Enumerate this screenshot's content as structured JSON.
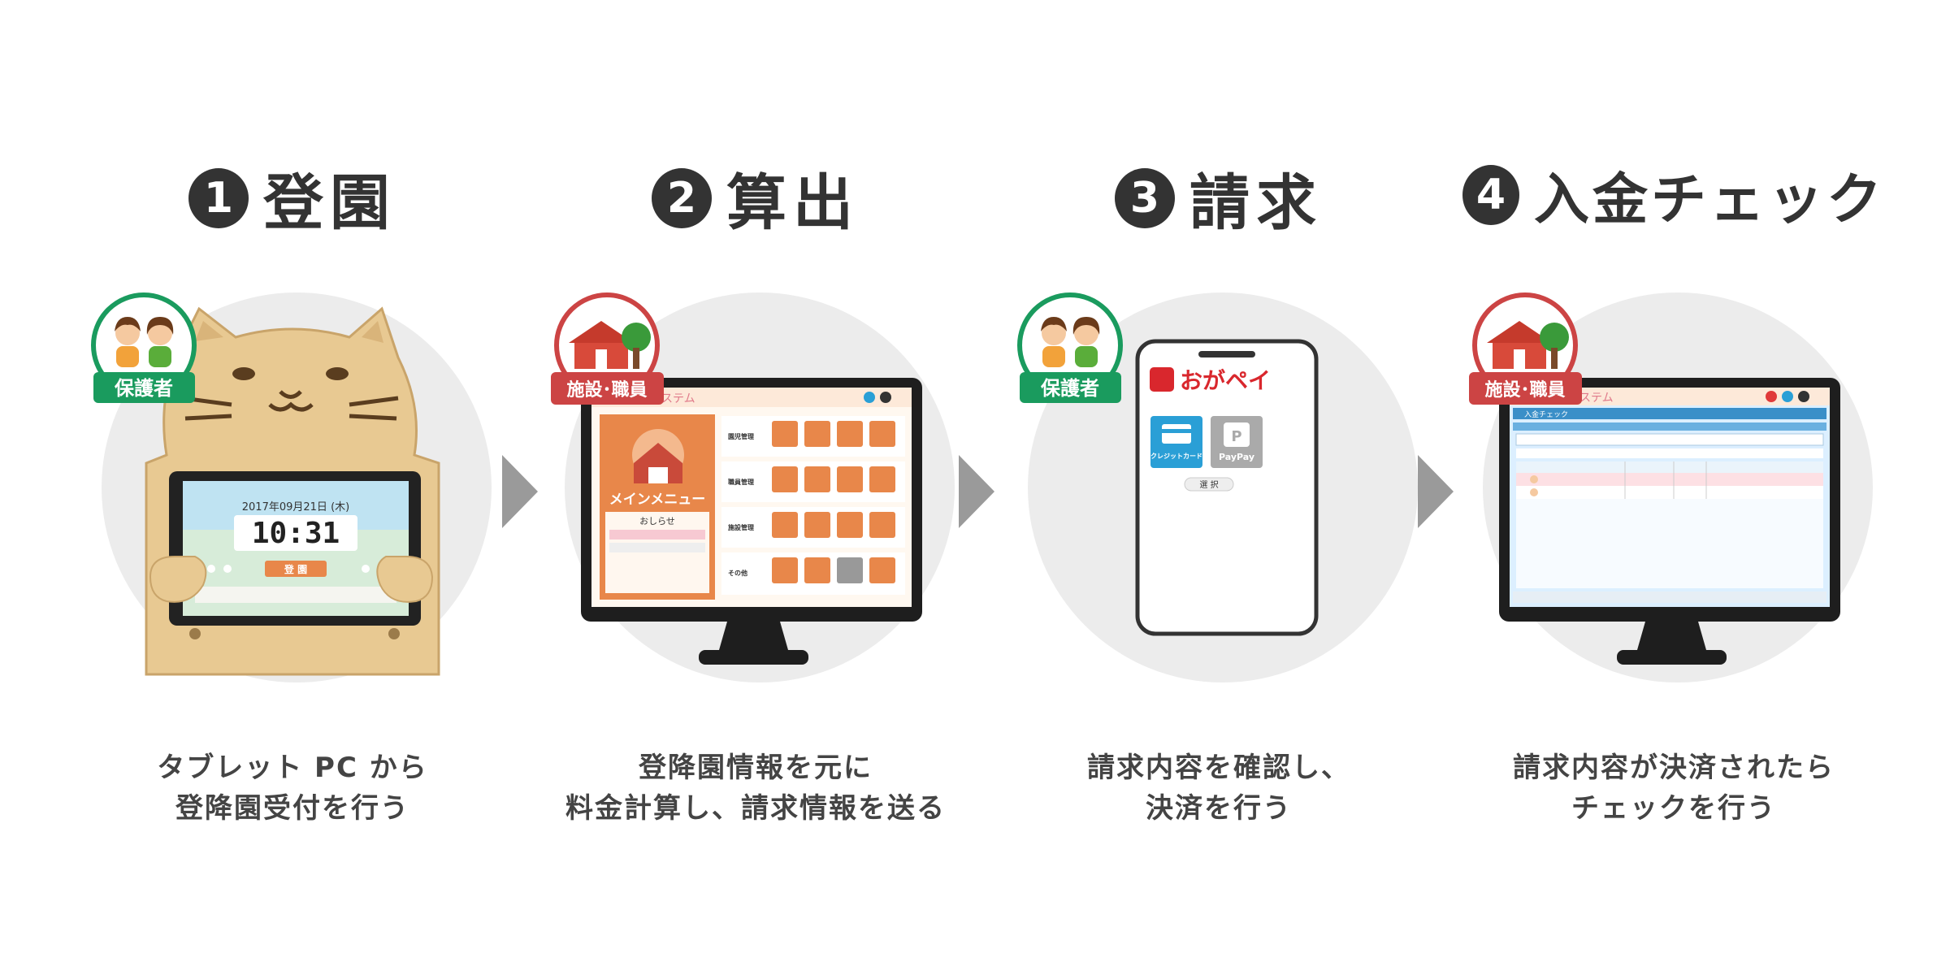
{
  "steps": [
    {
      "number": "1",
      "title": "登園",
      "role": "保護者",
      "caption": [
        "タブレット PC から",
        "登降園受付を行う"
      ],
      "tablet": {
        "date": "2017年09月21日 (木)",
        "time": "10:31",
        "button": "登 園"
      }
    },
    {
      "number": "2",
      "title": "算出",
      "role": "施設･職員",
      "caption": [
        "登降園情報を元に",
        "料金計算し、請求情報を送る"
      ],
      "screen": {
        "app_title": "システム",
        "menu_title": "メインメニュー",
        "notice_title": "おしらせ",
        "sections": [
          "園児管理",
          "職員管理",
          "施設管理",
          "その他"
        ]
      }
    },
    {
      "number": "3",
      "title": "請求",
      "role": "保護者",
      "caption": [
        "請求内容を確認し、",
        "決済を行う"
      ],
      "phone": {
        "app_name": "おがペイ",
        "credit_label": "クレジットカード",
        "paypay_label": "PayPay",
        "select_label": "選 択"
      }
    },
    {
      "number": "4",
      "title": "入金チェック",
      "role": "施設･職員",
      "caption": [
        "請求内容が決済されたら",
        "チェックを行う"
      ],
      "screen": {
        "app_title": "システム",
        "page_title": "入金チェック"
      }
    }
  ],
  "colors": {
    "guardian_green": "#1a9b5e",
    "staff_red": "#cc4444",
    "text_dark": "#333333",
    "circle_bg": "#ececec",
    "arrow": "#9a9a9a",
    "menu_orange": "#e8874a",
    "pay_red": "#d9272d"
  }
}
